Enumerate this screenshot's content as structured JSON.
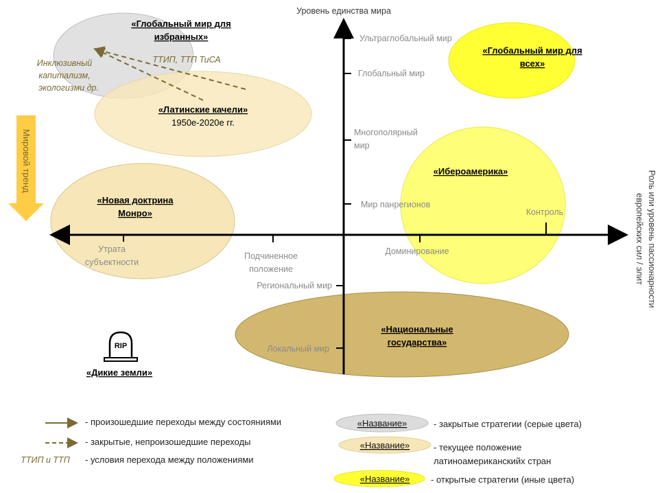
{
  "axes": {
    "y_title": "Уровень единства мира",
    "x_title_line1": "Роль или уровень пассионарности",
    "x_title_line2": "европейских сил / элит",
    "y_ticks": [
      "Ультраглобальный мир",
      "Глобальный мир",
      "Многополярный",
      "мир",
      "Мир панрегионов",
      "Региональный мир",
      "Локальный  мир"
    ],
    "x_ticks": [
      "Утрата",
      "субъектности",
      "Подчиненное",
      "положение",
      "Доминирование",
      "Контроль"
    ]
  },
  "trend_label": "Мировой тренд",
  "ellipses": {
    "global_selected": [
      "«Глобальный мир для",
      "избранных»"
    ],
    "global_selected_sub": "ТТИП, ТТП ТиСА",
    "latin_swings": "«Латинские качели»",
    "latin_swings_sub": "1950е-2020е гг.",
    "global_all": [
      "«Глобальный мир для",
      "всех»"
    ],
    "iberoamerica": "«Ибероамерика»",
    "monroe": [
      "«Новая доктрина",
      "Монро»"
    ],
    "national": [
      "«Национальные",
      "государства»"
    ],
    "wild_lands": "«Дикие земли»",
    "rip": "RIP"
  },
  "side_note": [
    "Инклюзивный",
    "капитализм,",
    "экологизми др."
  ],
  "legend": {
    "solid_arrow": "- произошедшие переходы между состояниями",
    "dashed_arrow": "- закрытые, непроизошедшие переходы",
    "conditions_key": "ТТИП и ТТП",
    "conditions": "- условия перехода между положениями",
    "name": "«Название»",
    "gray": "- закрытые стратегии (серые цвета)",
    "beige_line1": "- текущее положение",
    "beige_line2": "латиноамериканскийх стран",
    "yellow": "- открытые стратегии (иные цвета)"
  },
  "colors": {
    "gray": "#dcdcdc",
    "beige": "#f7e7b8",
    "yellow": "#ffff33",
    "light_yellow": "#ffff77",
    "khaki": "#d2b76e",
    "olive": "#7a6a35",
    "trend_arrow": "#ffcd45"
  }
}
